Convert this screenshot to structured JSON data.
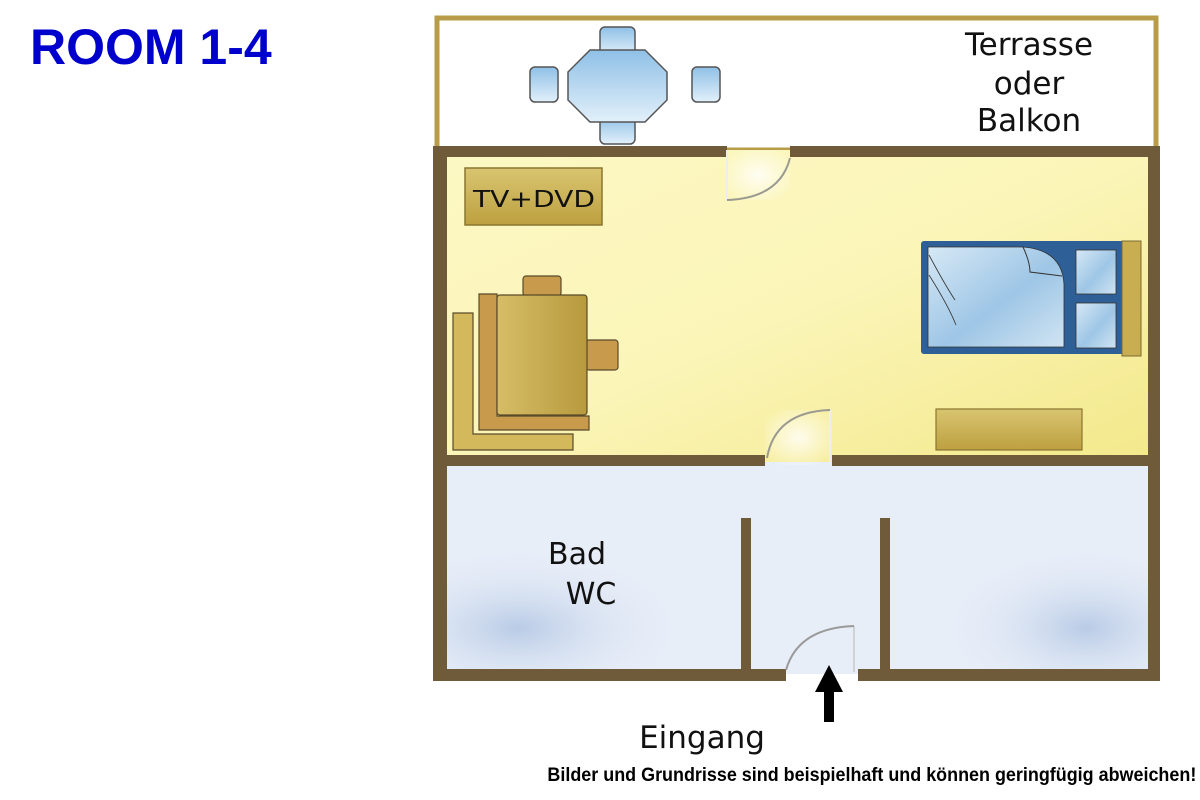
{
  "title": "ROOM 1-4",
  "disclaimer": "Bilder und Grundrisse sind beispielhaft und können geringfügig abweichen!",
  "floorplan": {
    "rooms": {
      "terrace": {
        "label_lines": [
          "Terrasse",
          "oder",
          "Balkon"
        ]
      },
      "living": {
        "tv_label": "TV+DVD"
      },
      "bathroom": {
        "label_lines": [
          "Bad",
          "WC"
        ]
      },
      "entrance": {
        "label": "Eingang"
      }
    },
    "colors": {
      "title": "#0000cc",
      "wall": "#6f5b3a",
      "terrace_wall": "#b89c48",
      "living_floor": "#faf4b0",
      "lower_floor": "#e8eef8",
      "furniture_wood": "#c4a850",
      "furniture_blue": "#9cc8e8",
      "bed_frame": "#2e5f96"
    },
    "icons": [
      "table-with-chairs-icon",
      "bed-icon",
      "desk-icon",
      "tv-cabinet-icon",
      "door-icon",
      "entrance-arrow-icon"
    ]
  }
}
